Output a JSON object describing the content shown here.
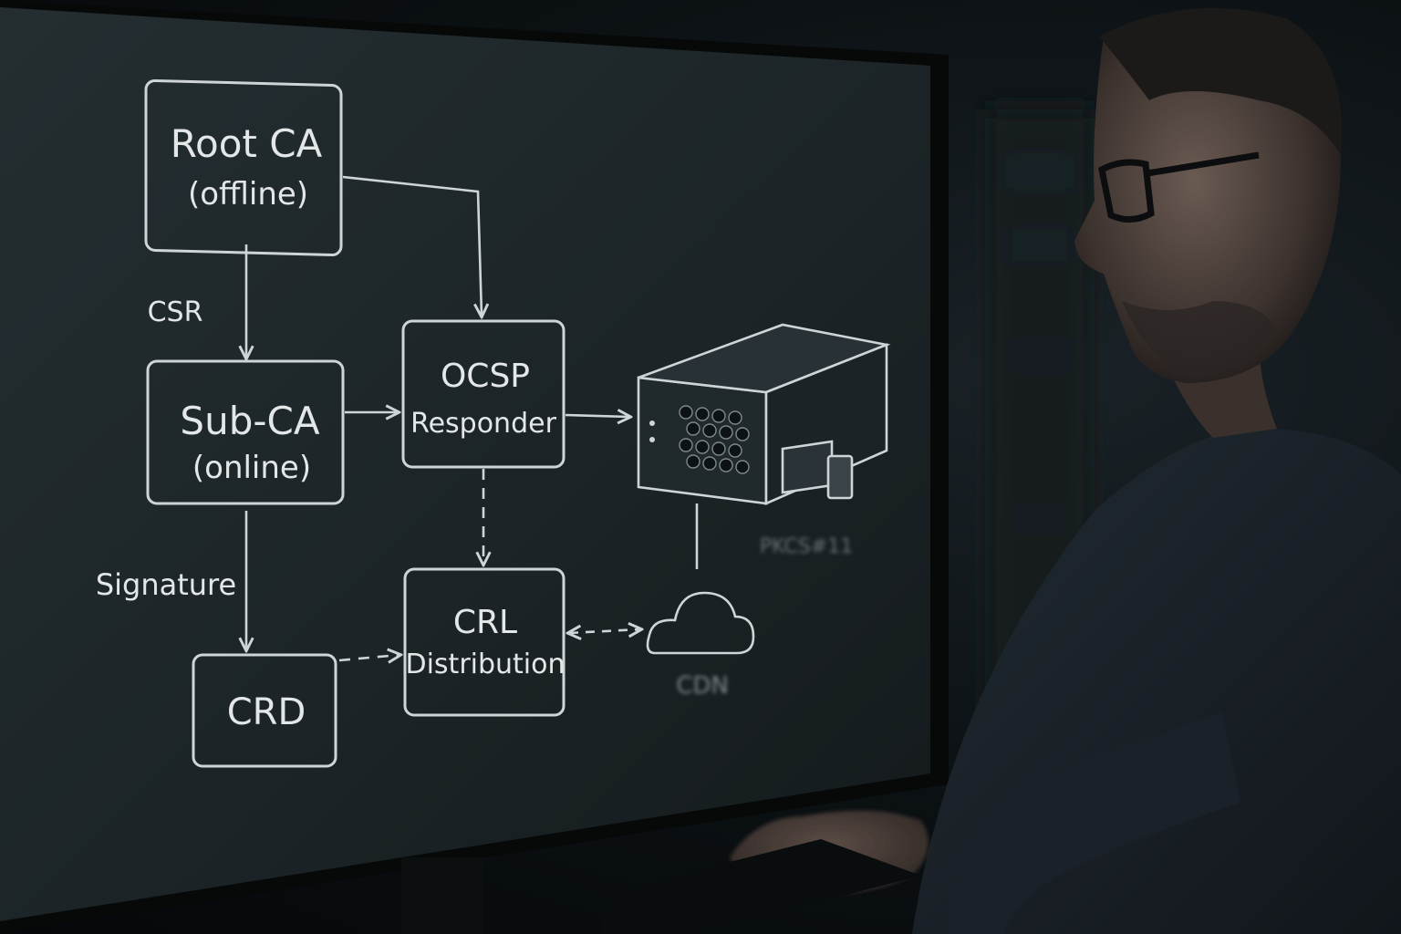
{
  "diagram": {
    "nodes": {
      "root_ca": {
        "line1": "Root CA",
        "line2": "(offline)"
      },
      "sub_ca": {
        "line1": "Sub-CA",
        "line2": "(online)"
      },
      "ocsp": {
        "line1": "OCSP",
        "line2": "Responder"
      },
      "crl": {
        "line1": "CRL",
        "line2": "Distribution"
      },
      "crd": {
        "line1": "CRD"
      }
    },
    "edge_labels": {
      "csr": "CSR",
      "signature": "Signature"
    },
    "device_label": "PKCS#11",
    "cloud_label": "CDN"
  },
  "colors": {
    "monitor_screen": "#1c2427",
    "line": "#cfd5d7",
    "background": "#0b1013"
  }
}
